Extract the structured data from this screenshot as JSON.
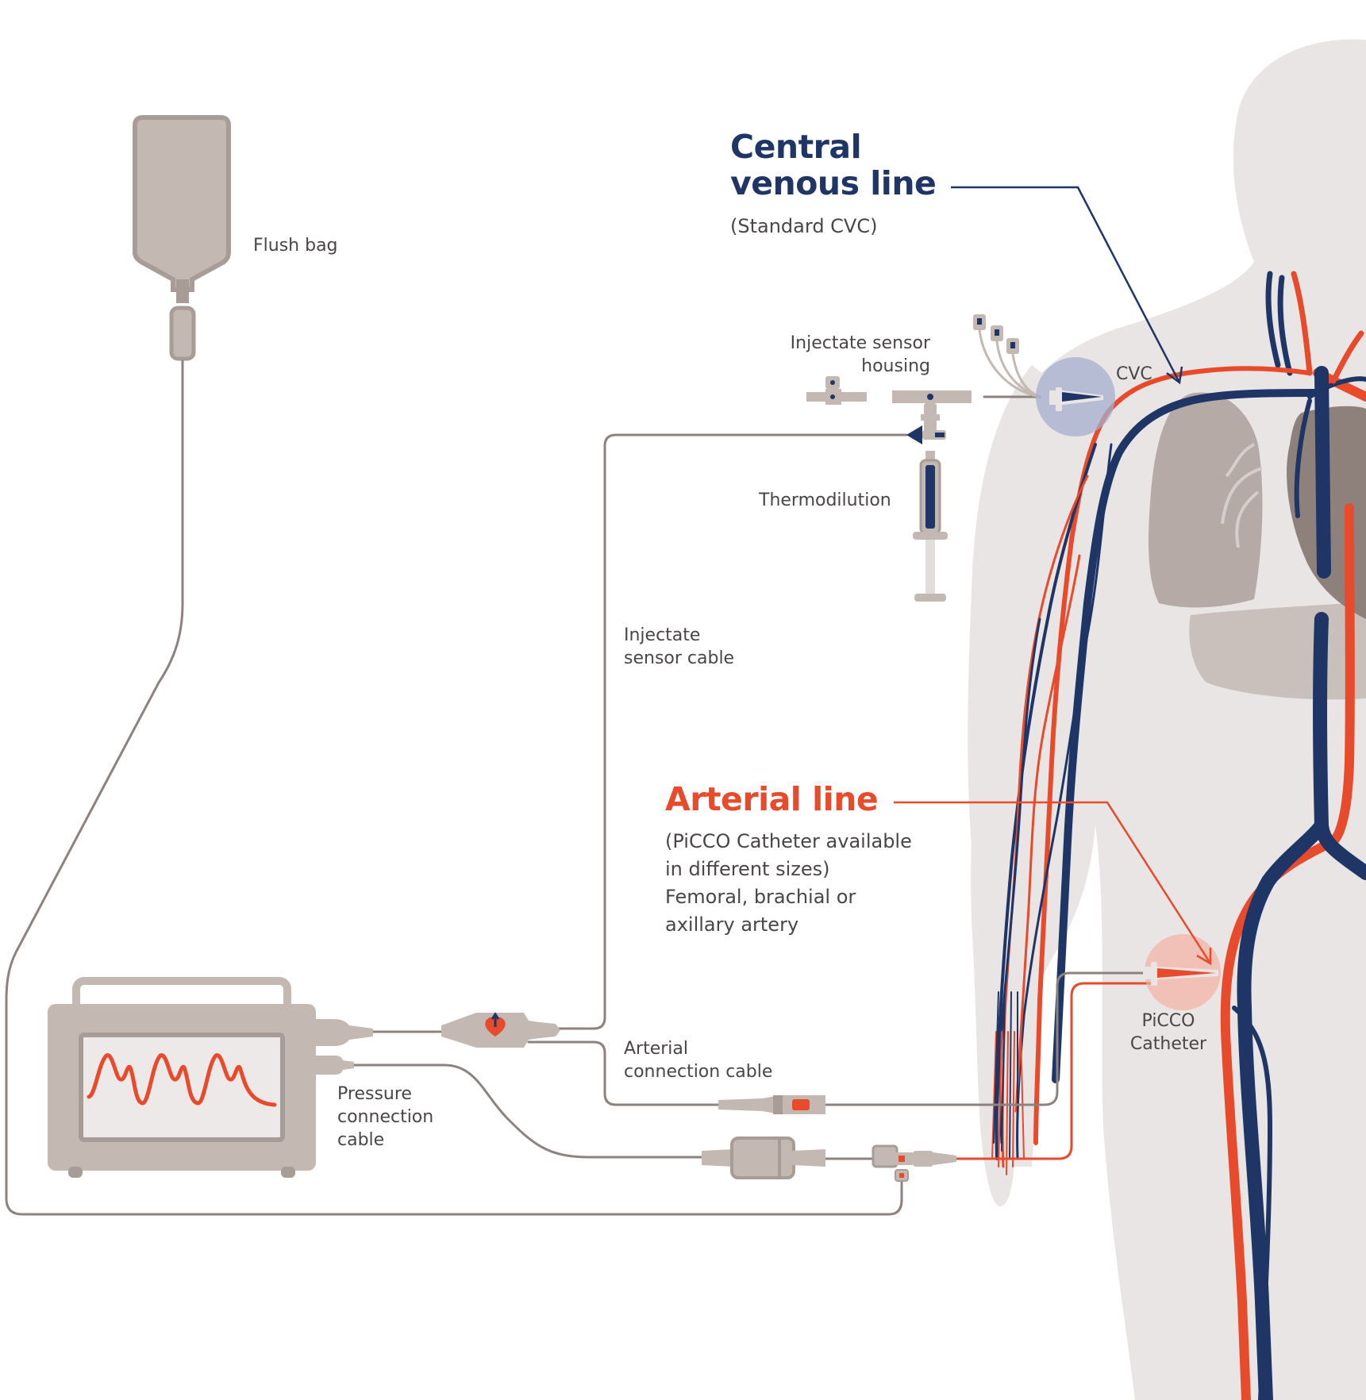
{
  "central_venous": {
    "title_line1": "Central",
    "title_line2": "venous line",
    "subtitle": "(Standard CVC)"
  },
  "arterial": {
    "title": "Arterial line",
    "desc_line1": "(PiCCO Catheter available",
    "desc_line2": "in different sizes)",
    "desc_line3": "Femoral, brachial or",
    "desc_line4": "axillary artery"
  },
  "labels": {
    "flush_bag": "Flush bag",
    "injectate_housing_line1": "Injectate sensor",
    "injectate_housing_line2": "housing",
    "cvc": "CVC",
    "thermodilution": "Thermodilution",
    "injectate_cable_line1": "Injectate",
    "injectate_cable_line2": "sensor cable",
    "arterial_cable_line1": "Arterial",
    "arterial_cable_line2": "connection cable",
    "pressure_cable_line1": "Pressure",
    "pressure_cable_line2": "connection",
    "pressure_cable_line3": "cable",
    "picco_line1": "PiCCO",
    "picco_line2": "Catheter"
  },
  "colors": {
    "venous": "#1f3566",
    "arterial": "#e84a2c",
    "device": "#c4b8b3",
    "device_dark": "#a89c97",
    "body": "#e9e5e4",
    "organ": "#b6aaa6",
    "heart": "#8e817c",
    "cable": "#8d827f",
    "text": "#4a4547"
  }
}
